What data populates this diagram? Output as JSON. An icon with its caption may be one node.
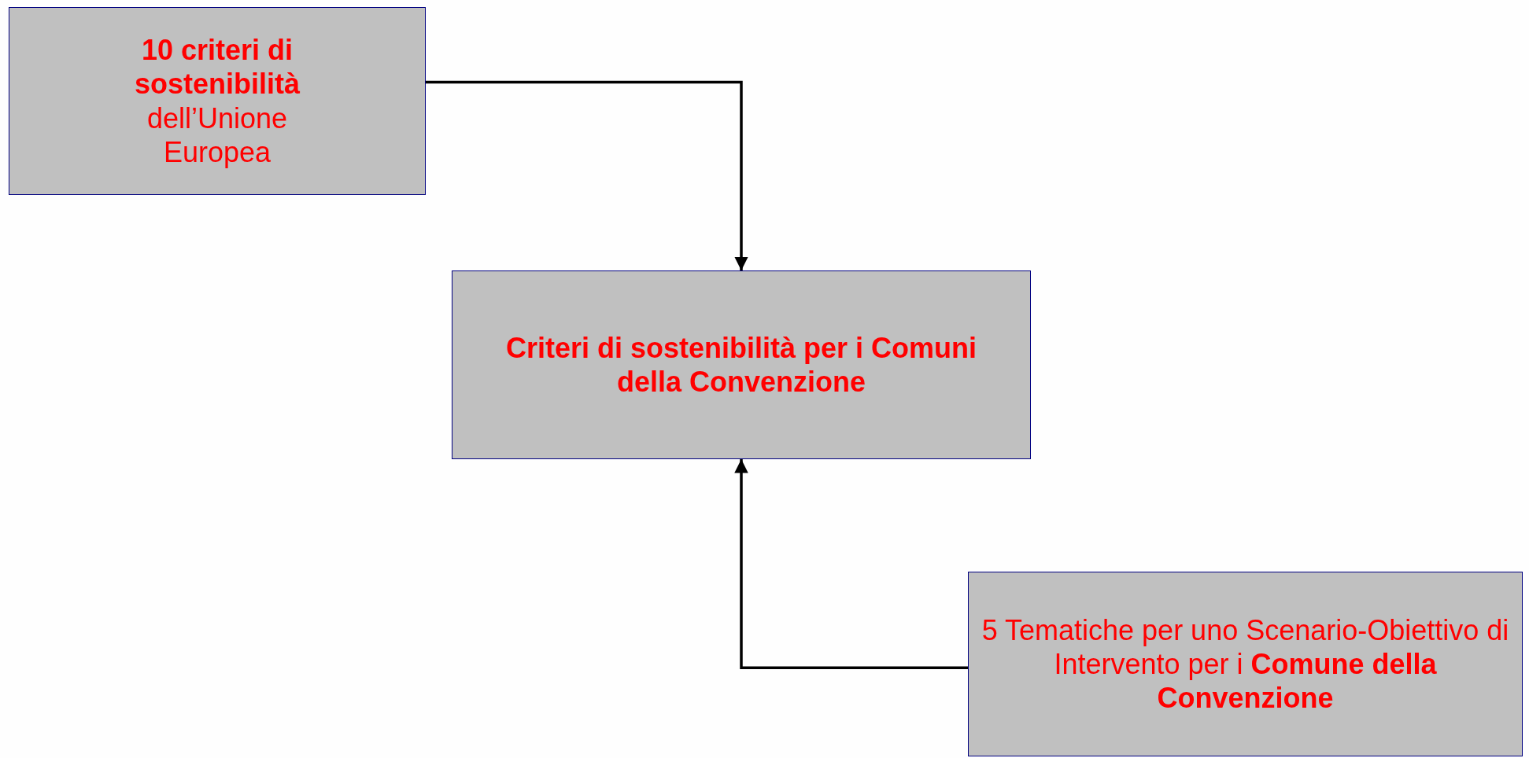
{
  "diagram": {
    "nodes": [
      {
        "text": [
          "**10 criteri di sostenibilità** dell’Unione Europea"
        ]
      },
      {
        "text": [
          "Criteri di sostenibilità per i Comuni della Convenzione"
        ]
      },
      {
        "text": [
          "5 Tematiche per uno Scenario-Obiettivo di Intervento per i **Comune della Convenzione**"
        ]
      }
    ],
    "edges": [
      {
        "from": 0,
        "to": 1,
        "arrow": "to"
      },
      {
        "from": 2,
        "to": 1,
        "arrow": "to"
      }
    ]
  }
}
